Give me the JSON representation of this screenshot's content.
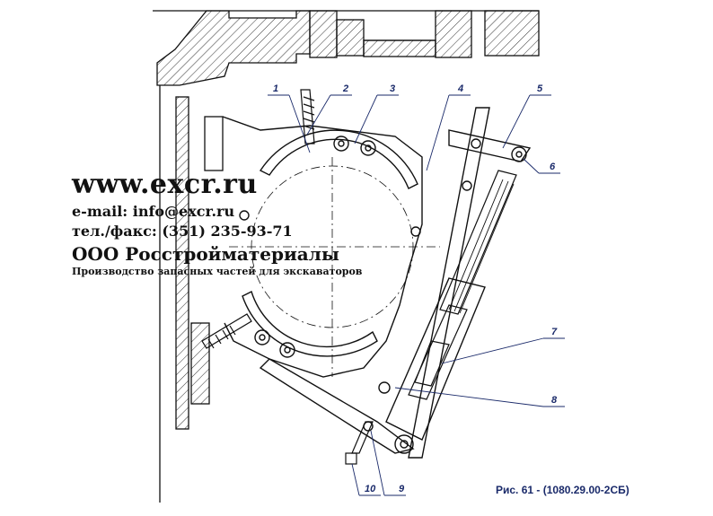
{
  "watermark": {
    "site": "www.excr.ru",
    "email": "e-mail: info@excr.ru",
    "phone": "тел./факс: (351) 235-93-71",
    "org": "ООО Росстройматериалы",
    "production": "Производство запасных частей для экскаваторов"
  },
  "callouts": [
    "1",
    "2",
    "3",
    "4",
    "5",
    "6",
    "7",
    "8",
    "9",
    "10"
  ],
  "caption": "Рис. 61 - (1080.29.00-2СБ)",
  "colors": {
    "line": "#111111",
    "callout": "#1a2a6a",
    "hatch": "#333333"
  }
}
